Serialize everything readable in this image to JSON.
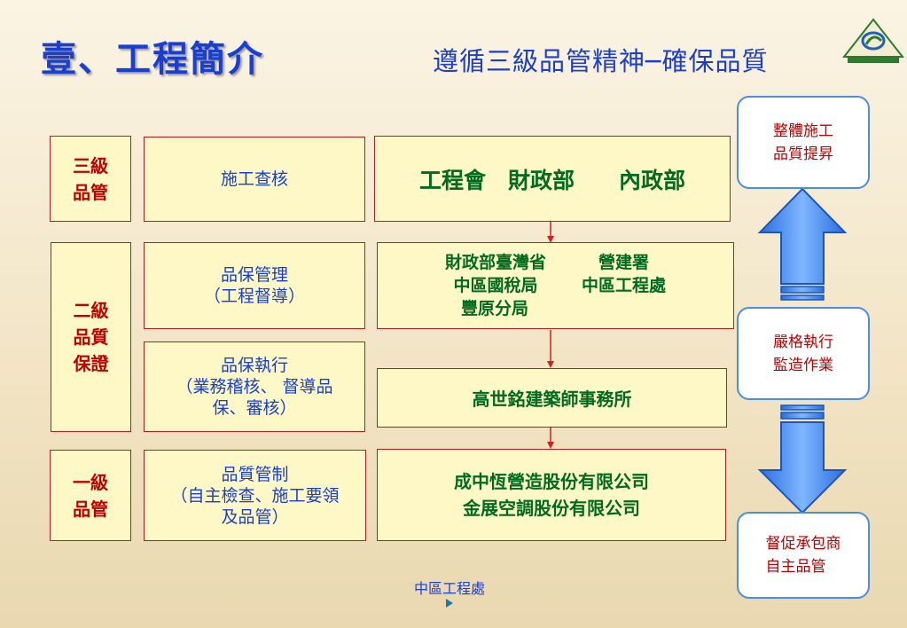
{
  "title": "壹、工程簡介",
  "subtitle": "遵循三級品管精神─確保品質",
  "levels": {
    "level3": [
      "三級",
      "品管"
    ],
    "level2": [
      "二級",
      "品質",
      "保證"
    ],
    "level1": [
      "一級",
      "品管"
    ]
  },
  "tasks": {
    "audit": "施工查核",
    "qa_manage": [
      "品保管理",
      "（工程督導）"
    ],
    "qa_exec": [
      "品保執行",
      "（業務稽核、 督導品",
      "保、審核）"
    ],
    "qc": [
      "品質管制",
      "（自主檢查、施工要領",
      "及品管）"
    ]
  },
  "orgs": {
    "level3": "工程會　財政部　　內政部",
    "level2a": [
      "財政部臺灣省",
      "營建署",
      "中區國稅局",
      "中區工程處",
      "豐原分局"
    ],
    "level2b": "高世銘建築師事務所",
    "level1": [
      "成中恆營造股份有限公司",
      "金展空調股份有限公司"
    ]
  },
  "side": {
    "top": [
      "整體施工",
      "品質提昇"
    ],
    "middle": [
      "嚴格執行",
      "監造作業"
    ],
    "bottom": [
      "督促承包商",
      "自主品管"
    ]
  },
  "footer": "中區工程處",
  "colors": {
    "title_blue": "#1a3fd0",
    "level_red": "#c00000",
    "org_green": "#006b1e",
    "box_fill": "#fdf8c6",
    "arrow_blue": "#3f86ee"
  }
}
